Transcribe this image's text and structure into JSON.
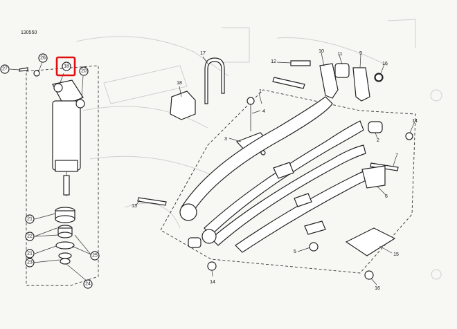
{
  "drawing_ref": "130550",
  "highlight_color": "#e01010",
  "callouts": [
    {
      "id": "c27",
      "num": "27"
    },
    {
      "id": "c26",
      "num": "26"
    },
    {
      "id": "c18",
      "num": "18"
    },
    {
      "id": "c20",
      "num": "20"
    },
    {
      "id": "c21a",
      "num": "21"
    },
    {
      "id": "c22",
      "num": "22"
    },
    {
      "id": "c21b",
      "num": "21"
    },
    {
      "id": "c23",
      "num": "23"
    },
    {
      "id": "c25",
      "num": "25"
    },
    {
      "id": "c24",
      "num": "24"
    },
    {
      "id": "c17",
      "num": "17"
    },
    {
      "id": "c18b",
      "num": "18"
    },
    {
      "id": "c3",
      "num": "3"
    },
    {
      "id": "c4",
      "num": "4"
    },
    {
      "id": "c1",
      "num": "1"
    },
    {
      "id": "c12",
      "num": "12"
    },
    {
      "id": "c10",
      "num": "10"
    },
    {
      "id": "c11",
      "num": "11"
    },
    {
      "id": "c9",
      "num": "9"
    },
    {
      "id": "c16a",
      "num": "16"
    },
    {
      "id": "c14a",
      "num": "14"
    },
    {
      "id": "c2",
      "num": "2"
    },
    {
      "id": "c7",
      "num": "7"
    },
    {
      "id": "c6",
      "num": "6"
    },
    {
      "id": "c13",
      "num": "13"
    },
    {
      "id": "c5",
      "num": "5"
    },
    {
      "id": "c14b",
      "num": "14"
    },
    {
      "id": "c15",
      "num": "15"
    },
    {
      "id": "c16b",
      "num": "16"
    }
  ]
}
